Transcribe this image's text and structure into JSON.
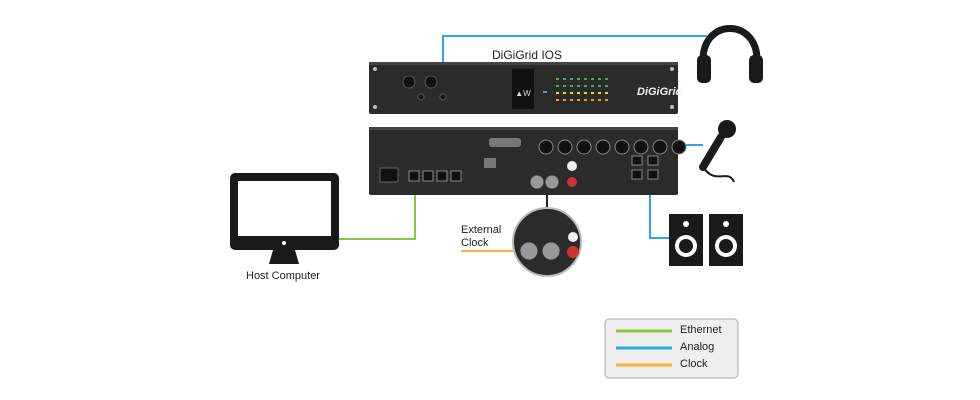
{
  "diagram": {
    "title": "DiGiGrid IOS",
    "brand": "DiGiGrid",
    "host_label": "Host Computer",
    "external_clock_label": [
      "External",
      "Clock"
    ]
  },
  "legend": {
    "items": [
      {
        "label": "Ethernet",
        "color": "#8dc63f"
      },
      {
        "label": "Analog",
        "color": "#29abe2"
      },
      {
        "label": "Clock",
        "color": "#fbb03b"
      }
    ]
  },
  "colors": {
    "ethernet": "#8dc63f",
    "analog": "#29abe2",
    "clock": "#fbb03b",
    "device": "#2b2b2b",
    "icon": "#1a1a1a"
  },
  "icons": [
    "headphones-icon",
    "microphone-icon",
    "speaker-icon",
    "monitor-icon"
  ]
}
